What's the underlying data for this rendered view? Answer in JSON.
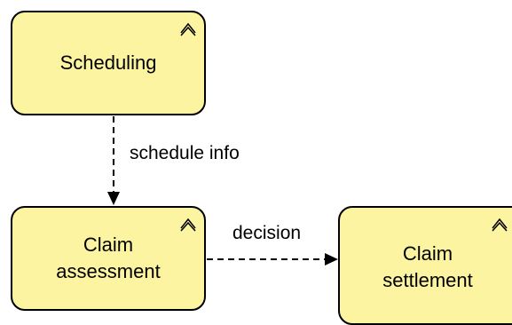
{
  "diagram": {
    "nodes": [
      {
        "id": "scheduling",
        "label": "Scheduling",
        "icon": "process-chevron-icon"
      },
      {
        "id": "assessment",
        "label": "Claim\nassessment",
        "icon": "process-chevron-icon"
      },
      {
        "id": "settlement",
        "label": "Claim\nsettlement",
        "icon": "process-chevron-icon"
      }
    ],
    "edges": [
      {
        "from": "scheduling",
        "to": "assessment",
        "label": "schedule info",
        "style": "dashed-arrow"
      },
      {
        "from": "assessment",
        "to": "settlement",
        "label": "decision",
        "style": "dashed-arrow"
      }
    ],
    "colors": {
      "node_fill": "#fcf4a0",
      "stroke": "#000000"
    }
  }
}
